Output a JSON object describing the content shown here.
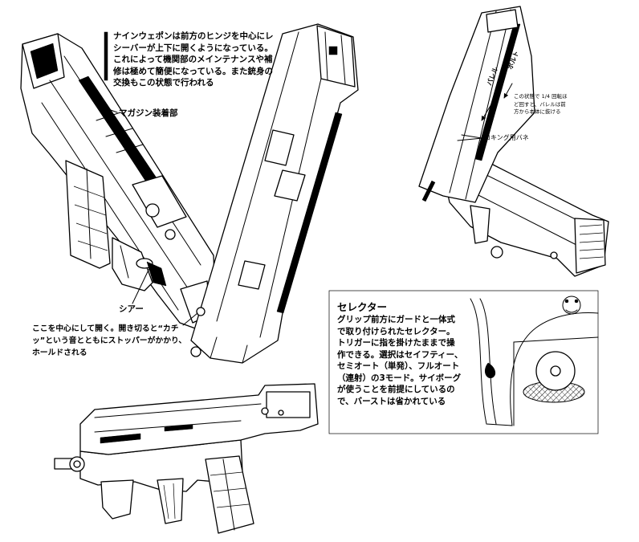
{
  "colors": {
    "ink": "#000000",
    "paper": "#ffffff"
  },
  "annotations": {
    "hinge_note": [
      "ナインウェポンは前方のヒンジを中心にレ",
      "シーバーが上下に開くようになっている。",
      "これによって機関部のメインテナンスや補",
      "修は極めて簡便になっている。また銃身の",
      "交換もこの状態で行われる"
    ],
    "magazine_mount_label": "マガジン装着部",
    "sear_label": "シアー",
    "pivot_note": [
      "ここを中心にして開く。開き切ると“カチ",
      "ッ”という音とともにストッパーがかかり、",
      "ホールドされる"
    ],
    "barrel_label": "バレル",
    "bolt_label": "ボルト",
    "barrel_rotation_note": [
      "この状態で 1/4 回転ほ",
      "ど回すと、バレルは前",
      "方から本体に抜ける"
    ],
    "cocking_spring_label": "コキング用バネ",
    "selector": {
      "title": "セレクター",
      "lines": [
        "グリップ前方にガードと一体式",
        "で取り付けられたセレクター。",
        "トリガーに指を掛けたままで操",
        "作できる。選択はセイフティー、",
        "セミオート（単発）、フルオート",
        "（連射）の3モード。サイボーグ",
        "が使うことを前提にしているの",
        "で、バーストは省かれている"
      ]
    }
  }
}
